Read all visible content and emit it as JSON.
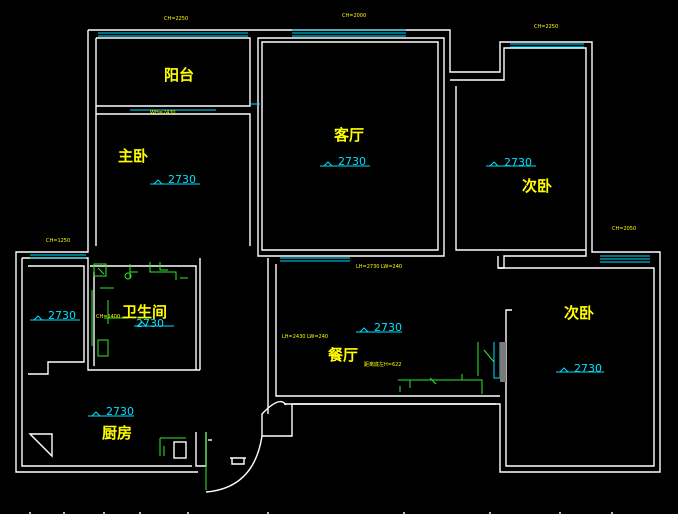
{
  "rooms": {
    "balcony": "阳台",
    "master_bedroom": "主卧",
    "living_room": "客厅",
    "second_bedroom_top": "次卧",
    "bathroom": "卫生间",
    "dining_room": "餐厅",
    "second_bedroom_right": "次卧",
    "kitchen": "厨房"
  },
  "elevations": {
    "master_bedroom": "2730",
    "living_room": "2730",
    "second_bedroom_top": "2730",
    "kitchen_top": "2730",
    "bathroom": "2730",
    "dining_room": "2730",
    "second_bedroom_right": "2730",
    "kitchen": "2730"
  },
  "annotations": {
    "ch_balcony": "CH=2250",
    "ch_living": "CH=2000",
    "ch_bedroom_top": "CH=2250",
    "ch_kitchen": "CH=1250",
    "ch_bedroom_right": "CH=2050",
    "beam_master": "WH=2430",
    "beam_living": "LH=2730 LW=240",
    "beam_dining": "LH=2430 LW=240",
    "dining_note": "距离底左H=622",
    "bath_note": "CH=1400"
  },
  "colors": {
    "background": "#000000",
    "wall": "#ffffff",
    "window": "#00e0ff",
    "fixture": "#2ee82e",
    "label": "#ffff00"
  }
}
